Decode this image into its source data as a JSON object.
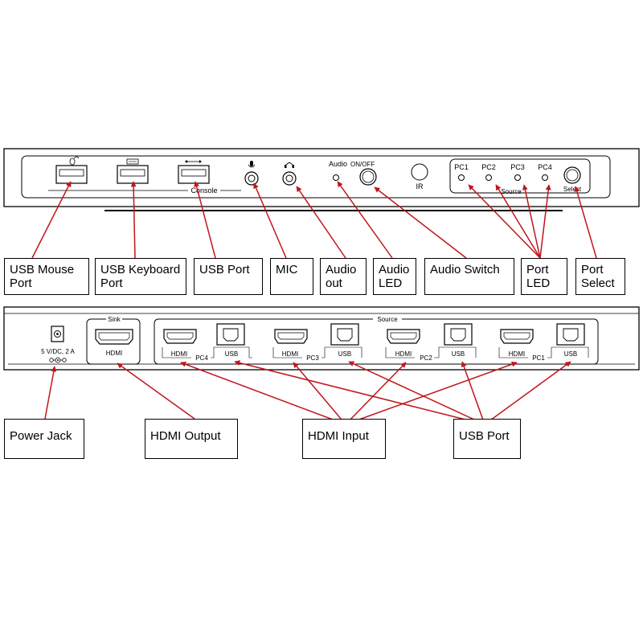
{
  "front_panel": {
    "console_label": "Console",
    "audio_label": "Audio",
    "on_off_label": "ON/OFF",
    "ir_label": "IR",
    "pc_leds": [
      "PC1",
      "PC2",
      "PC3",
      "PC4"
    ],
    "source_label": "Source",
    "select_label": "Select",
    "icons": [
      "mouse-icon",
      "keyboard-icon",
      "usb-icon",
      "microphone-icon",
      "headphones-icon"
    ]
  },
  "rear_panel": {
    "power_rating": "5 V/DC, 2 A",
    "sink_label": "Sink",
    "source_label": "Source",
    "hdmi_label": "HDMI",
    "usb_label": "USB",
    "pcs": [
      "PC4",
      "PC3",
      "PC2",
      "PC1"
    ]
  },
  "callouts_top": [
    "USB Mouse\nPort",
    "USB Keyboard\nPort",
    "USB Port",
    "MIC",
    "Audio\nout",
    "Audio\nLED",
    "Audio Switch",
    "Port\nLED",
    "Port\nSelect"
  ],
  "callouts_bottom": [
    "Power Jack",
    "HDMI Output",
    "HDMI Input",
    "USB Port"
  ],
  "colors": {
    "arrow": "#c0151b",
    "outline": "#000000"
  }
}
